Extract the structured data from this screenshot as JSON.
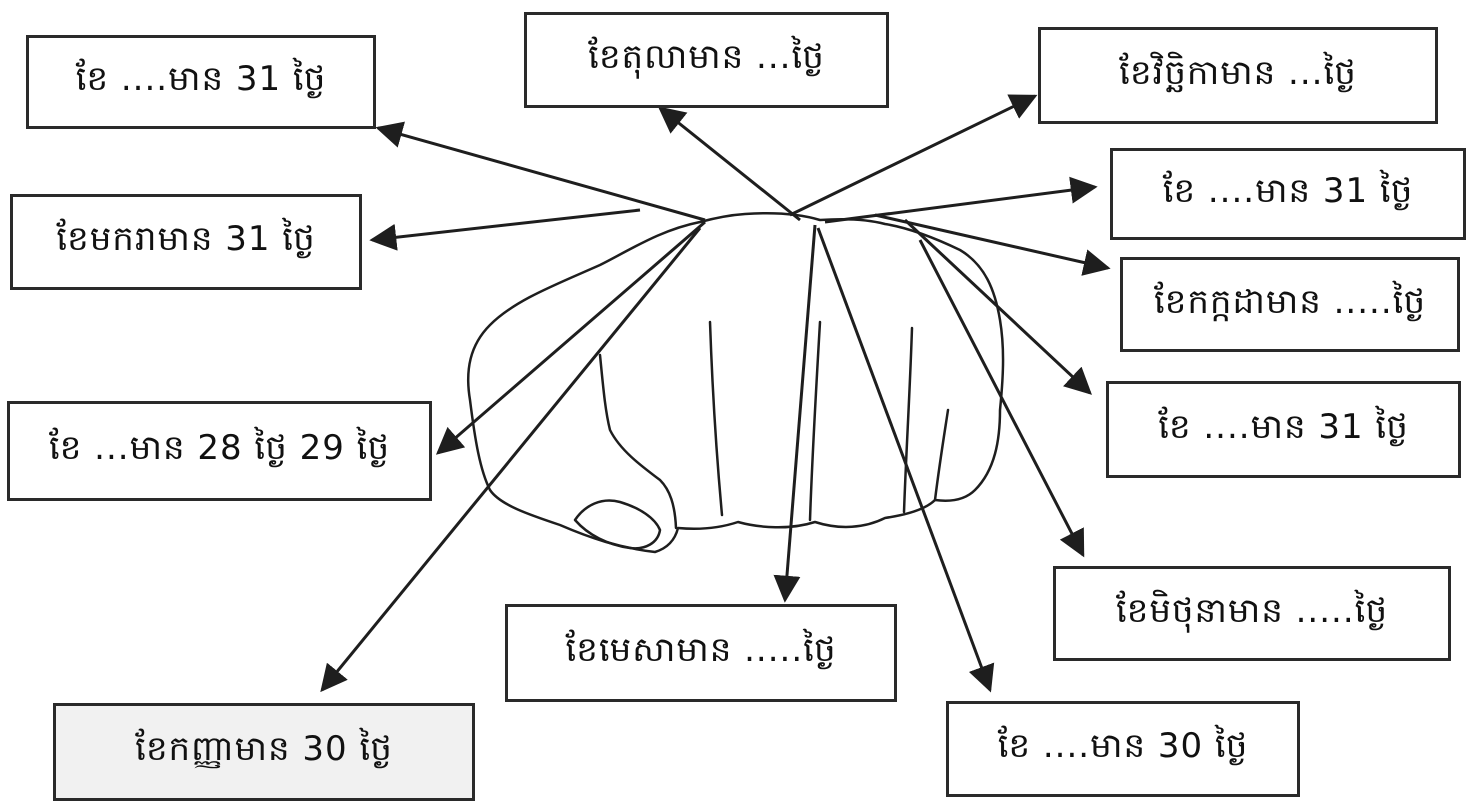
{
  "colors": {
    "line": "#1e1e1e",
    "box_border": "#2a2a2a",
    "box_fill": "#ffffff",
    "box_fill_alt": "#f1f1f1"
  },
  "labels": {
    "top_left": "ខែ ....មាន 31 ថ្ងៃ",
    "makara": "ខែមករាមាន 31 ថ្ងៃ",
    "feb": "ខែ ...មាន 28 ថ្ងៃ 29 ថ្ងៃ",
    "kanha": "ខែកញ្ញាមាន 30 ថ្ងៃ",
    "tola": "ខែតុលាមាន ...ថ្ងៃ",
    "vicheka": "ខែវិច្ឆិកាមាន ...ថ្ងៃ",
    "right_31_a": "ខែ ....មាន 31 ថ្ងៃ",
    "kakada": "ខែកក្កដាមាន .....ថ្ងៃ",
    "right_31_b": "ខែ ....មាន 31 ថ្ងៃ",
    "mithona": "ខែមិថុនាមាន .....ថ្ងៃ",
    "mesa": "ខែមេសាមាន .....ថ្ងៃ",
    "bottom_30": "ខែ ....មាន 30 ថ្ងៃ"
  }
}
